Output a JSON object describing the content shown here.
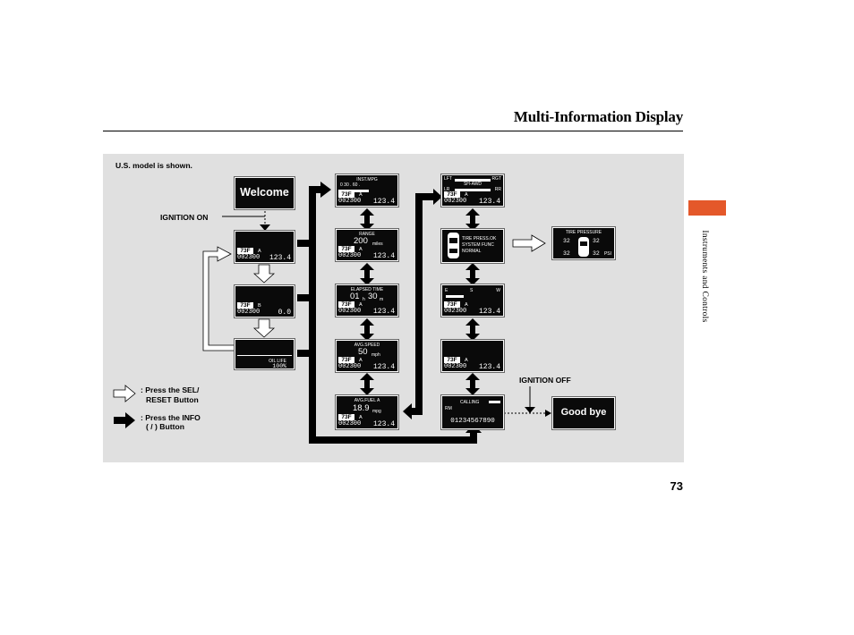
{
  "header": {
    "title": "Multi-Information Display"
  },
  "side_label": "Instruments and Controls",
  "page_number": "73",
  "figure": {
    "note": "U.S. model is shown.",
    "ignition_on": "IGNITION ON",
    "ignition_off": "IGNITION OFF",
    "legend": {
      "sel_reset_1": ": Press the SEL/",
      "sel_reset_2": "RESET Button",
      "info_1": ": Press the INFO",
      "info_2": "(    /    ) Button"
    },
    "screens": {
      "welcome": "Welcome",
      "goodbye": "Good bye",
      "temp": "73F",
      "temp_unit": "A",
      "odo": "002300",
      "trip": "123.4",
      "trip_b": "0.0",
      "trip_a_label": "A",
      "trip_b_label": "B",
      "oil_life_label": "OIL LIFE",
      "oil_life": "100%",
      "inst_mpg": "INST.MPG",
      "mpg_scale": "0     30  .   60  .",
      "range_label": "RANGE",
      "range_value": "200",
      "range_unit": "miles",
      "elapsed_label": "ELAPSED TIME",
      "elapsed_h": "01",
      "elapsed_h_unit": "h",
      "elapsed_m": "30",
      "elapsed_m_unit": "m",
      "avg_speed_label": "AVG.SPEED",
      "avg_speed": "50",
      "avg_speed_unit": "mph",
      "avg_fuel_label": "AVG.FUEL A",
      "avg_fuel": "18.9",
      "avg_fuel_unit": "mpg",
      "sh_awd": "SH-AWD",
      "lft": "LFT",
      "rgt": "RGT",
      "lr": "LR",
      "rr": "RR",
      "tire_ok_1": "TIRE PRESS.OK",
      "tire_ok_2": "SYSTEM FUNC",
      "tire_ok_3": "NORMAL",
      "tire_pressure_label": "TIRE PRESSURE",
      "tp_fl": "32",
      "tp_fr": "32",
      "tp_rl": "32",
      "tp_rr": "32",
      "psi": "PSI",
      "compass_e": "E",
      "compass_s": "S",
      "compass_w": "W",
      "calling": "CALLING",
      "rm": "RM",
      "phone_number": "01234567890"
    }
  }
}
